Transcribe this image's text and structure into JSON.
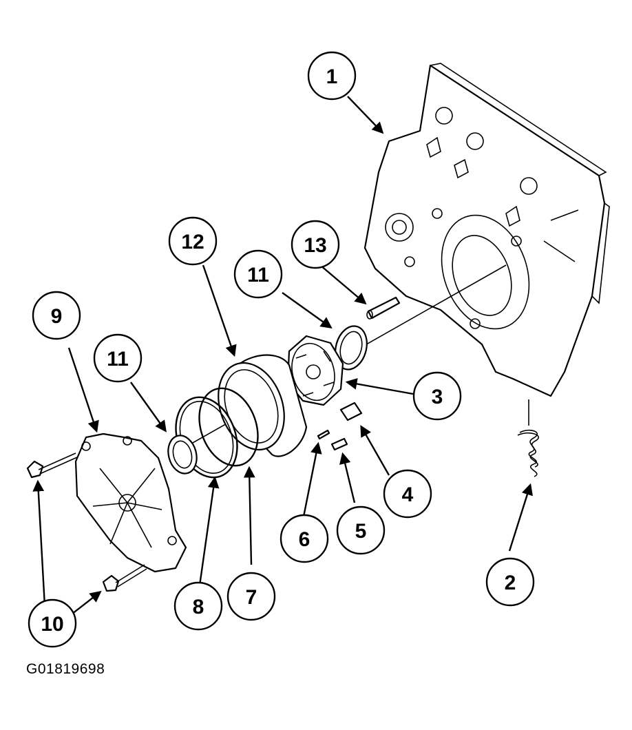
{
  "figure_id": "G01819698",
  "callouts": [
    {
      "label": "1"
    },
    {
      "label": "2"
    },
    {
      "label": "3"
    },
    {
      "label": "4"
    },
    {
      "label": "5"
    },
    {
      "label": "6"
    },
    {
      "label": "7"
    },
    {
      "label": "8"
    },
    {
      "label": "9"
    },
    {
      "label": "10"
    },
    {
      "label": "11"
    },
    {
      "label": "11"
    },
    {
      "label": "12"
    },
    {
      "label": "13"
    }
  ]
}
